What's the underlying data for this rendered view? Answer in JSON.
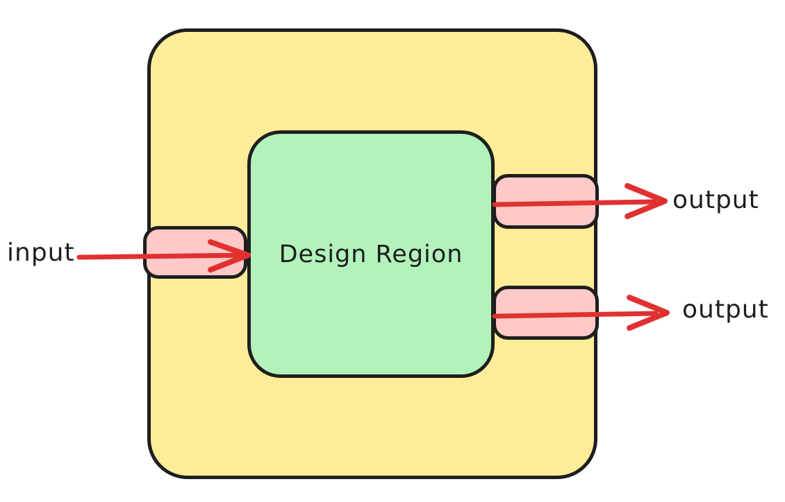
{
  "diagram": {
    "title_hint": "design region block diagram",
    "design_region": {
      "label": "Design Region",
      "fill": "#b2f2bb"
    },
    "outer_box": {
      "fill": "#ffec99",
      "stroke": "#1e1e1e"
    },
    "ports": {
      "fill": "#ffc9c9",
      "stroke": "#1e1e1e",
      "items": [
        "input-port",
        "output-port-top",
        "output-port-bottom"
      ]
    },
    "arrows": {
      "color": "#e03131"
    },
    "labels": {
      "input": "input",
      "output_top": "output",
      "output_bottom": "output"
    },
    "background": "#ffffff"
  }
}
